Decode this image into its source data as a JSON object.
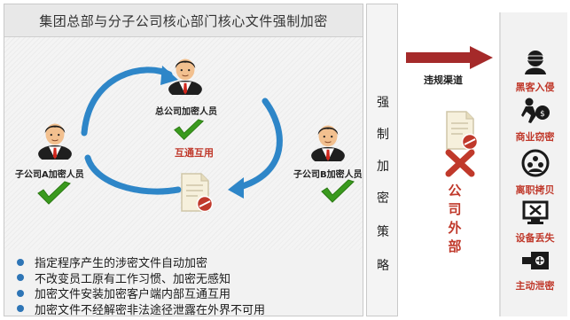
{
  "main": {
    "title": "集团总部与分子公司核心部门核心文件强制加密",
    "people": {
      "hq": "总公司加密人员",
      "sub_a": "子公司A加密人员",
      "sub_b": "子公司B加密人员"
    },
    "center_label": "互通互用",
    "bullets": [
      "指定程序产生的涉密文件自动加密",
      "不改变员工原有工作习惯、加密无感知",
      "加密文件安装加密客户端内部互通互用",
      "加密文件不经解密非法途径泄露在外界不可用"
    ]
  },
  "strategy": {
    "chars": [
      "强",
      "制",
      "加",
      "密",
      "策",
      "略"
    ]
  },
  "outside": {
    "channel_label": "违规渠道",
    "label": "公司外部"
  },
  "threats": [
    {
      "label": "黑客入侵",
      "icon": "hacker-icon"
    },
    {
      "label": "商业窃密",
      "icon": "thief-icon"
    },
    {
      "label": "离职拷贝",
      "icon": "resign-copy-icon"
    },
    {
      "label": "设备丢失",
      "icon": "device-lost-icon"
    },
    {
      "label": "主动泄密",
      "icon": "active-leak-icon"
    }
  ],
  "colors": {
    "accent_red": "#c0392b",
    "arrow_blue": "#2e86c8",
    "check_green": "#3a9a1e",
    "bullet_blue": "#2e75b6"
  }
}
